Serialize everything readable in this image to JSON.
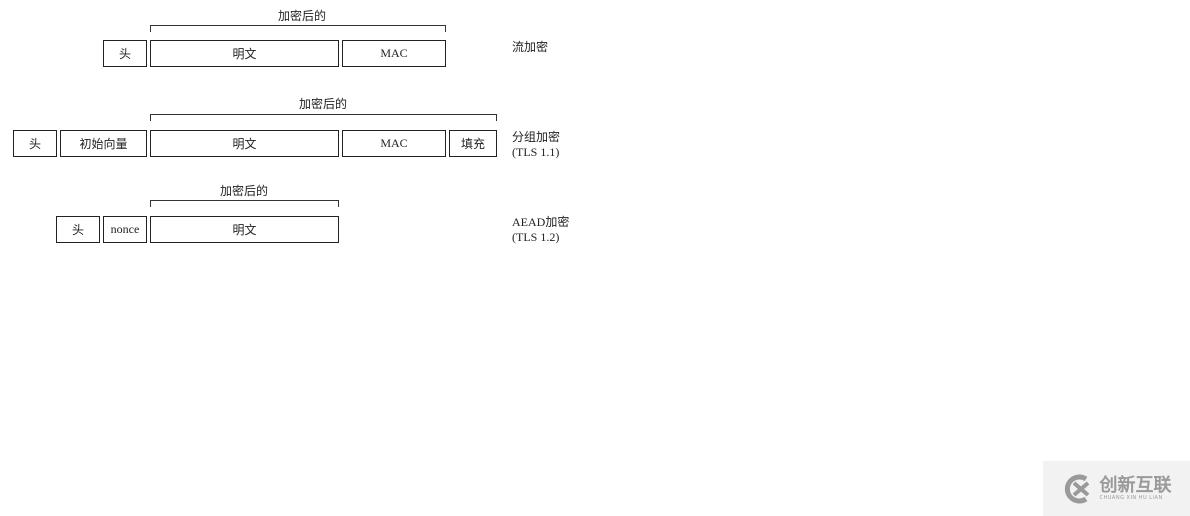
{
  "rows": [
    {
      "label": "加密后的",
      "mode": "流加密",
      "mode_sub": "",
      "fields": [
        "头",
        "明文",
        "MAC"
      ]
    },
    {
      "label": "加密后的",
      "mode": "分组加密",
      "mode_sub": "(TLS 1.1)",
      "fields": [
        "头",
        "初始向量",
        "明文",
        "MAC",
        "填充"
      ]
    },
    {
      "label": "加密后的",
      "mode": "AEAD加密",
      "mode_sub": "(TLS 1.2)",
      "fields": [
        "头",
        "nonce",
        "明文"
      ]
    }
  ],
  "watermark": {
    "name": "创新互联",
    "pinyin": "CHUANG XIN HU LIAN"
  }
}
